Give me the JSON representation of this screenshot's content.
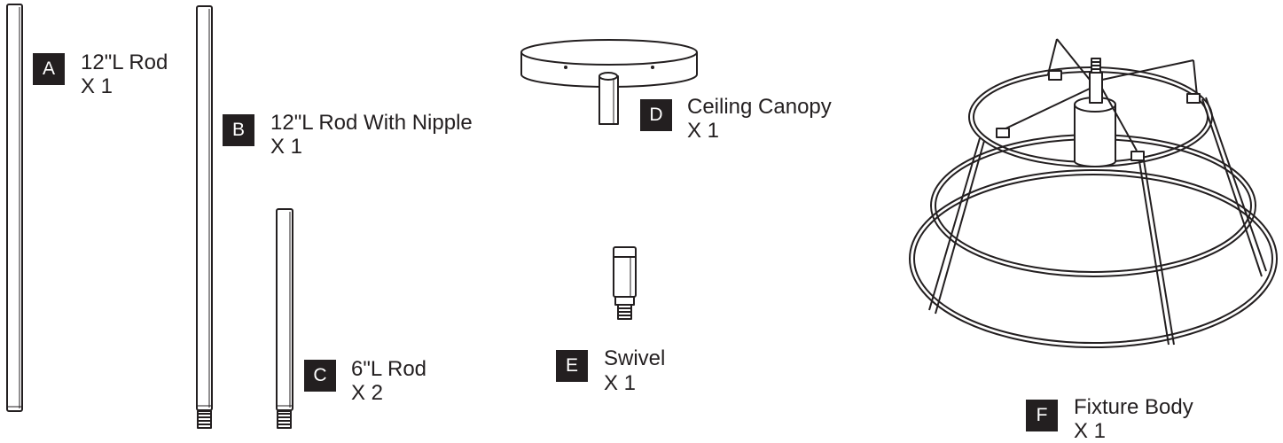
{
  "parts": {
    "a": {
      "letter": "A",
      "name": "12\"L Rod",
      "qty": "X 1"
    },
    "b": {
      "letter": "B",
      "name": "12\"L Rod With Nipple",
      "qty": "X 1"
    },
    "c": {
      "letter": "C",
      "name": "6\"L Rod",
      "qty": "X 2"
    },
    "d": {
      "letter": "D",
      "name": "Ceiling Canopy",
      "qty": "X 1"
    },
    "e": {
      "letter": "E",
      "name": "Swivel",
      "qty": "X 1"
    },
    "f": {
      "letter": "F",
      "name": "Fixture Body",
      "qty": "X 1"
    }
  },
  "colors": {
    "ink": "#231f20",
    "background": "#ffffff"
  }
}
